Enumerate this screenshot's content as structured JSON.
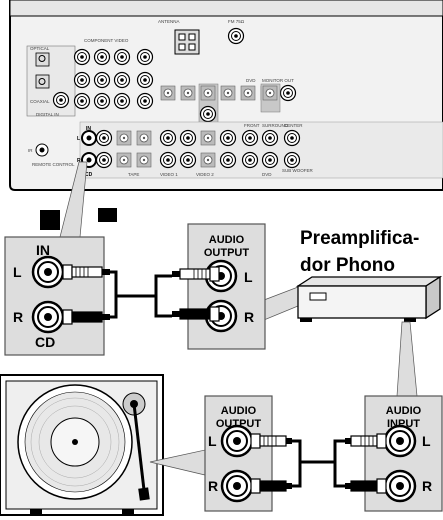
{
  "receiver": {
    "header_labels": [
      "ANTENNA",
      "FM 75Ω",
      "COMPONENT VIDEO",
      "MONITOR OUT",
      "DVD"
    ],
    "left_labels": [
      "OPTICAL",
      "COAXIAL",
      "DIGITAL IN",
      "IR",
      "REMOTE CONTROL"
    ],
    "cd_jack": {
      "in_label": "IN",
      "l": "L",
      "r": "R",
      "name": "CD"
    },
    "bottom_labels": [
      "TAPE",
      "VIDEO 1",
      "VIDEO 2",
      "DVD",
      "FRONT",
      "SURROUND",
      "CENTER",
      "SUB WOOFER"
    ]
  },
  "cd_callout": {
    "in": "IN",
    "l": "L",
    "r": "R",
    "cd": "CD"
  },
  "preamp_output_callout": {
    "title_line1": "AUDIO",
    "title_line2": "OUTPUT",
    "l": "L",
    "r": "R"
  },
  "preamp": {
    "label_line1": "Preamplifica-",
    "label_line2": "dor Phono"
  },
  "turntable_output_callout": {
    "title_line1": "AUDIO",
    "title_line2": "OUTPUT",
    "l": "L",
    "r": "R"
  },
  "preamp_input_callout": {
    "title_line1": "AUDIO",
    "title_line2": "INPUT",
    "l": "L",
    "r": "R"
  }
}
